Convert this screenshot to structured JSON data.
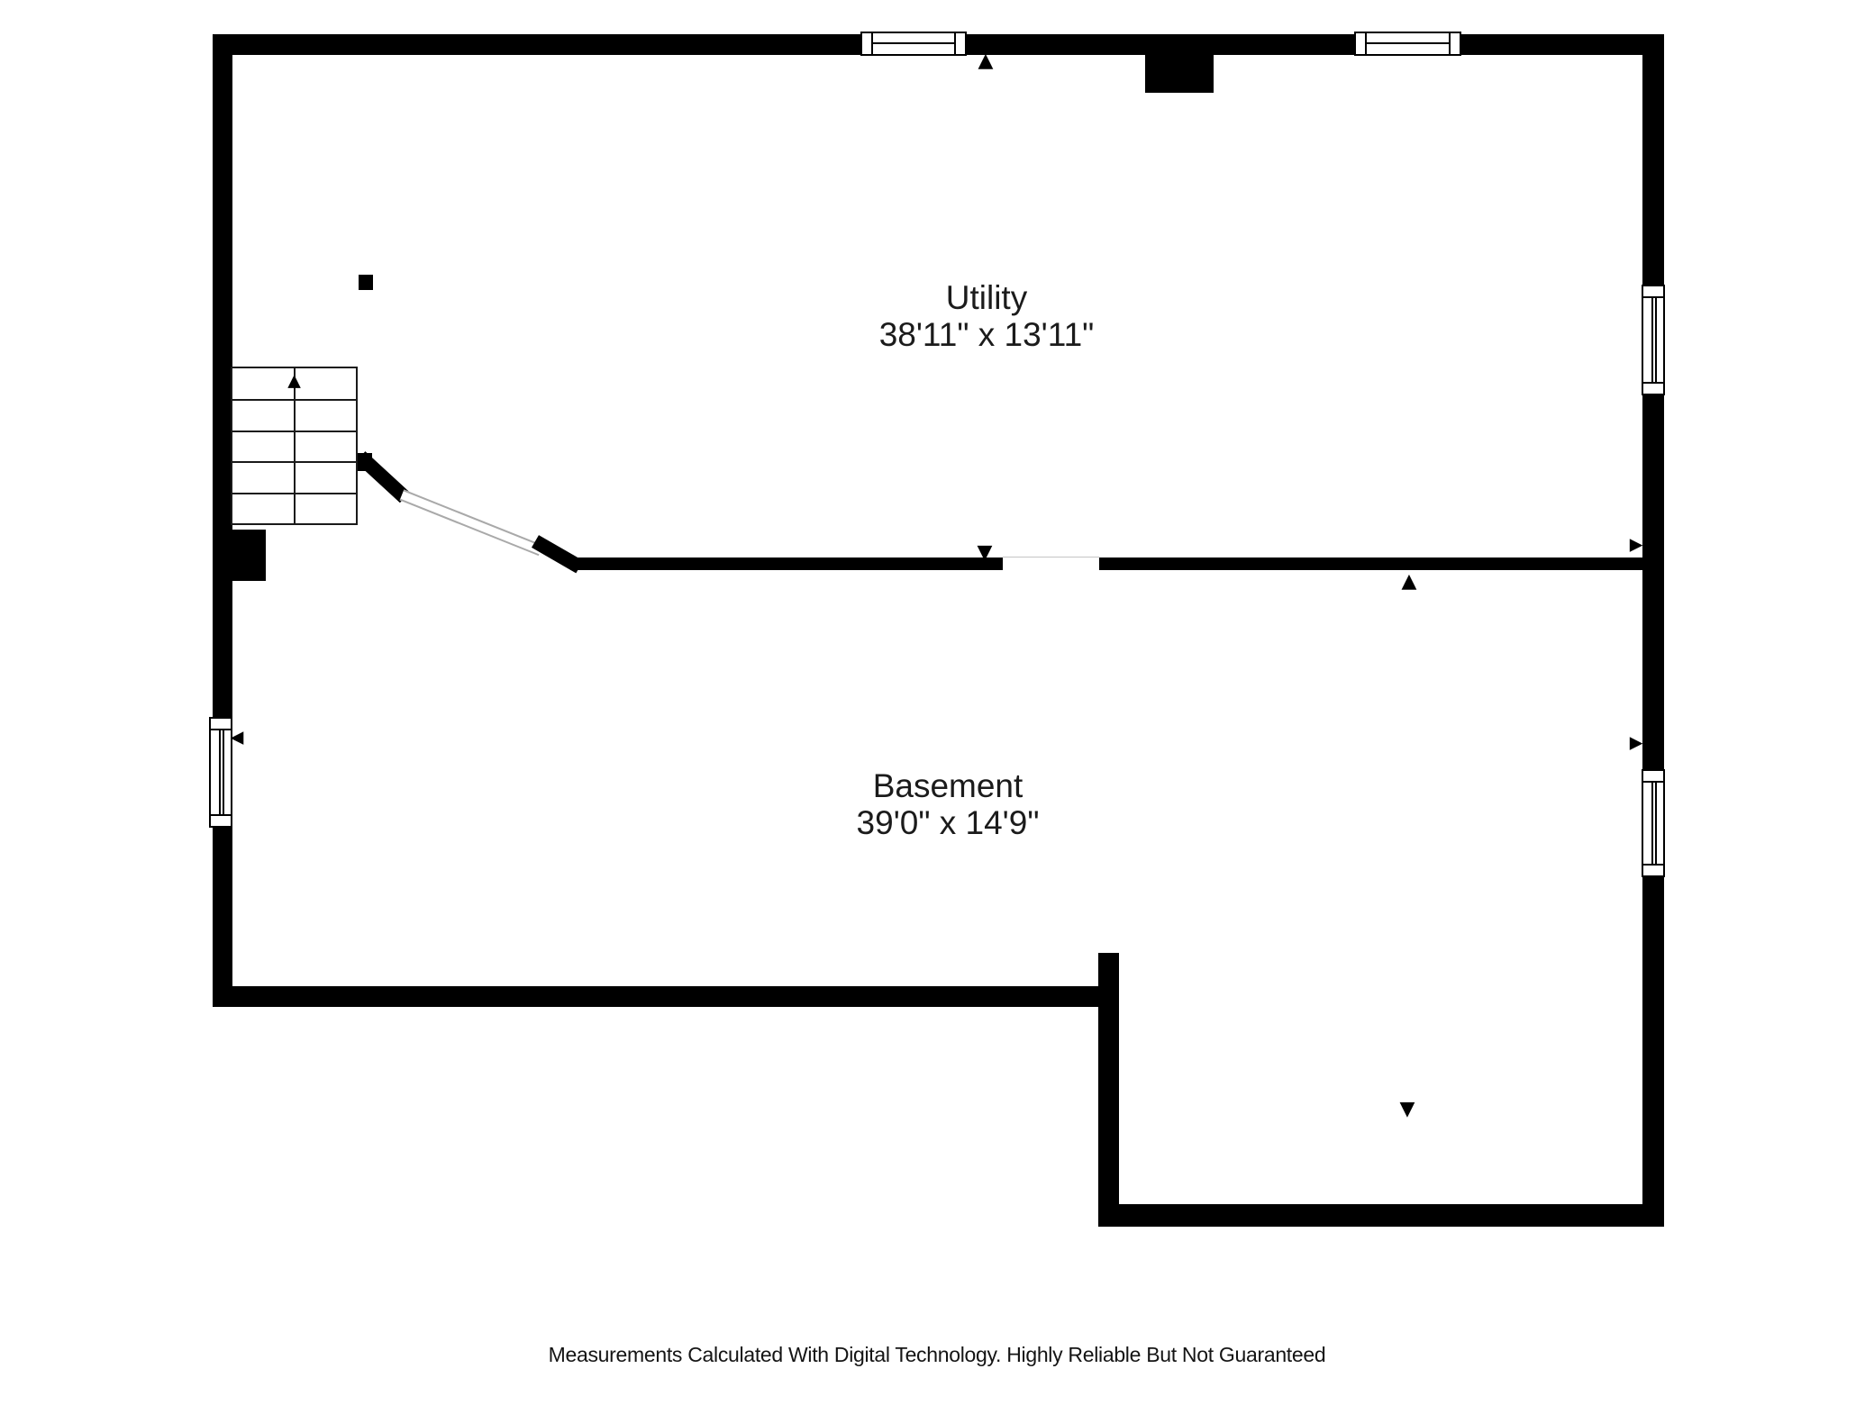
{
  "colors": {
    "wall": "#000000",
    "text": "#1b1b1b",
    "thin_line": "#a9a9a9",
    "background": "#ffffff"
  },
  "rooms": [
    {
      "name": "Utility",
      "dimensions": "38'11\" x 13'11\""
    },
    {
      "name": "Basement",
      "dimensions": "39'0\" x 14'9\""
    }
  ],
  "icons": {
    "up": "▲",
    "down": "▼",
    "left": "◀",
    "right": "▶"
  },
  "footer": {
    "disclaimer": "Measurements Calculated With Digital Technology. Highly Reliable But Not Guaranteed"
  }
}
